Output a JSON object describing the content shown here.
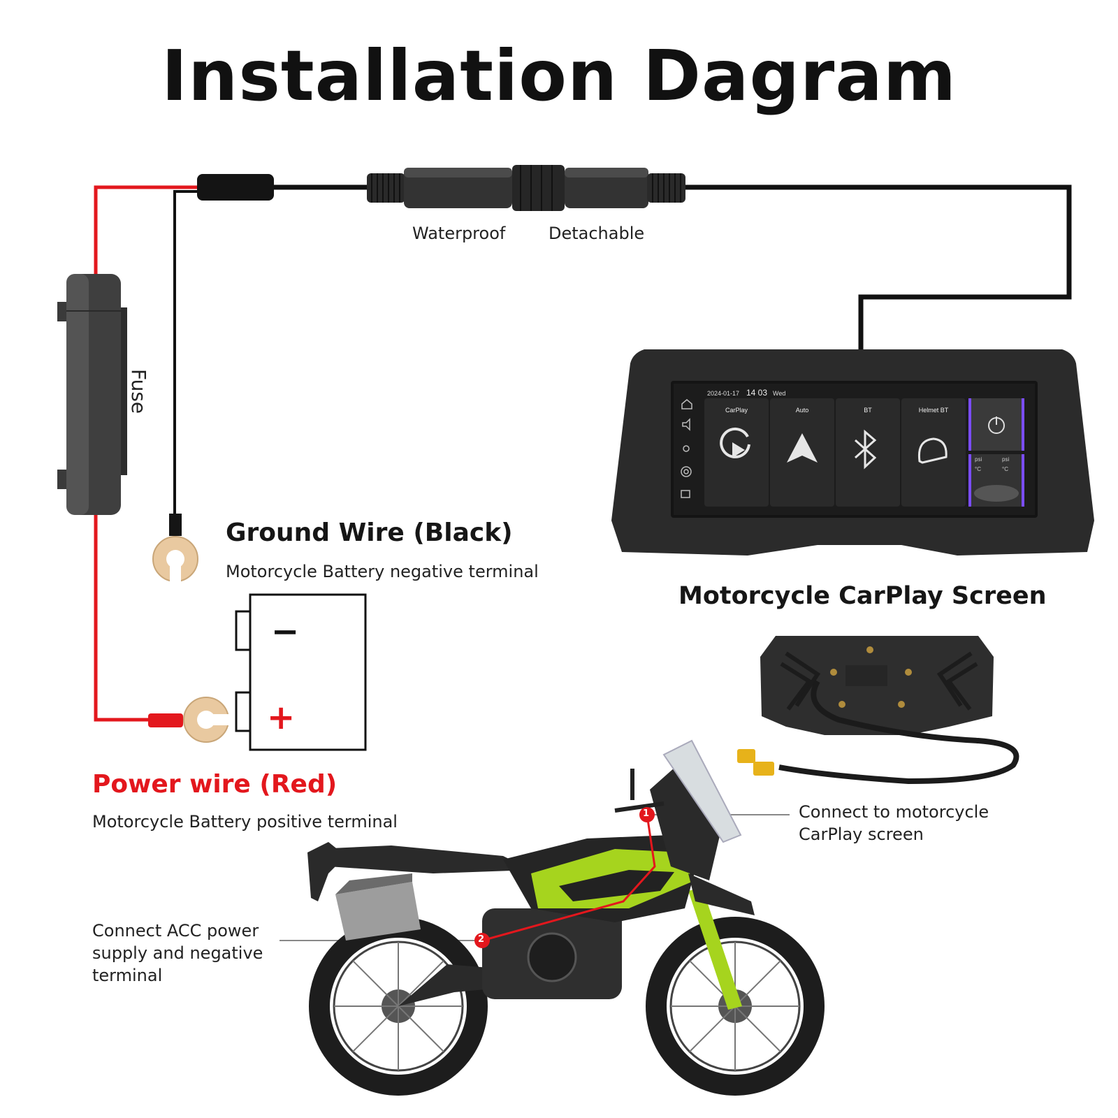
{
  "title": "Installation Dagram",
  "connector": {
    "waterproof_label": "Waterproof",
    "detachable_label": "Detachable"
  },
  "fuse": {
    "label": "Fuse"
  },
  "ground": {
    "heading": "Ground Wire (Black)",
    "description": "Motorcycle Battery negative terminal"
  },
  "battery": {
    "minus": "−",
    "plus": "+"
  },
  "power": {
    "heading": "Power wire (Red)",
    "description": "Motorcycle Battery positive terminal"
  },
  "screen": {
    "caption": "Motorcycle CarPlay Screen",
    "date": "2024-01-17",
    "time": "14 03",
    "weekday": "Wed",
    "tiles": [
      "CarPlay",
      "Auto",
      "BT",
      "Helmet BT"
    ],
    "tpms_unit": "psi",
    "temp_unit": "°C"
  },
  "callouts": {
    "screen_connect": "Connect to motorcycle\nCarPlay screen",
    "acc_connect": "Connect ACC power\nsupply and negative\nterminal",
    "marker_1": "1",
    "marker_2": "2"
  },
  "colors": {
    "power_wire": "#e3171d",
    "ground_wire": "#111111",
    "screen_bezel": "#2b2b2b",
    "bike_accent": "#a6d41e",
    "terminal": "#e9c9a0"
  }
}
